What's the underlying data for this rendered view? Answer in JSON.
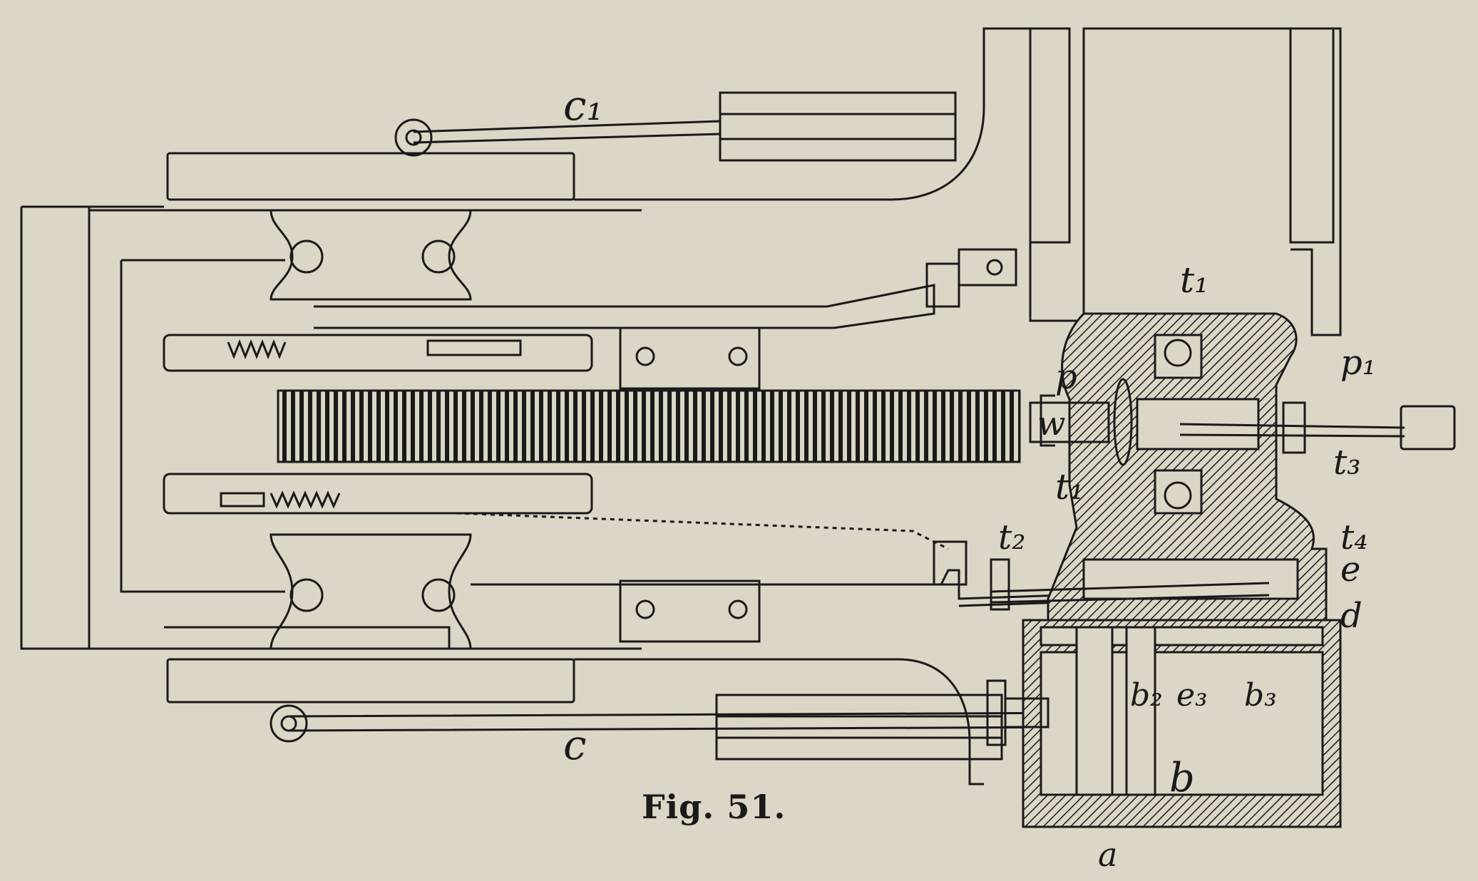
{
  "caption": "Fig. 51.",
  "labels": {
    "c1": "c₁",
    "c": "c",
    "t1_top": "t₁",
    "t1_mid": "t₁",
    "t2": "t₂",
    "t3": "t₃",
    "t4": "t₄",
    "p": "p",
    "p1": "p₁",
    "w": "w",
    "e": "e",
    "d": "d",
    "b": "b",
    "b2": "b₂",
    "b3": "b₃",
    "e3": "e₃",
    "a": "a"
  },
  "colors": {
    "paper": "#dcd6c6",
    "ink": "#1a1a1a"
  }
}
